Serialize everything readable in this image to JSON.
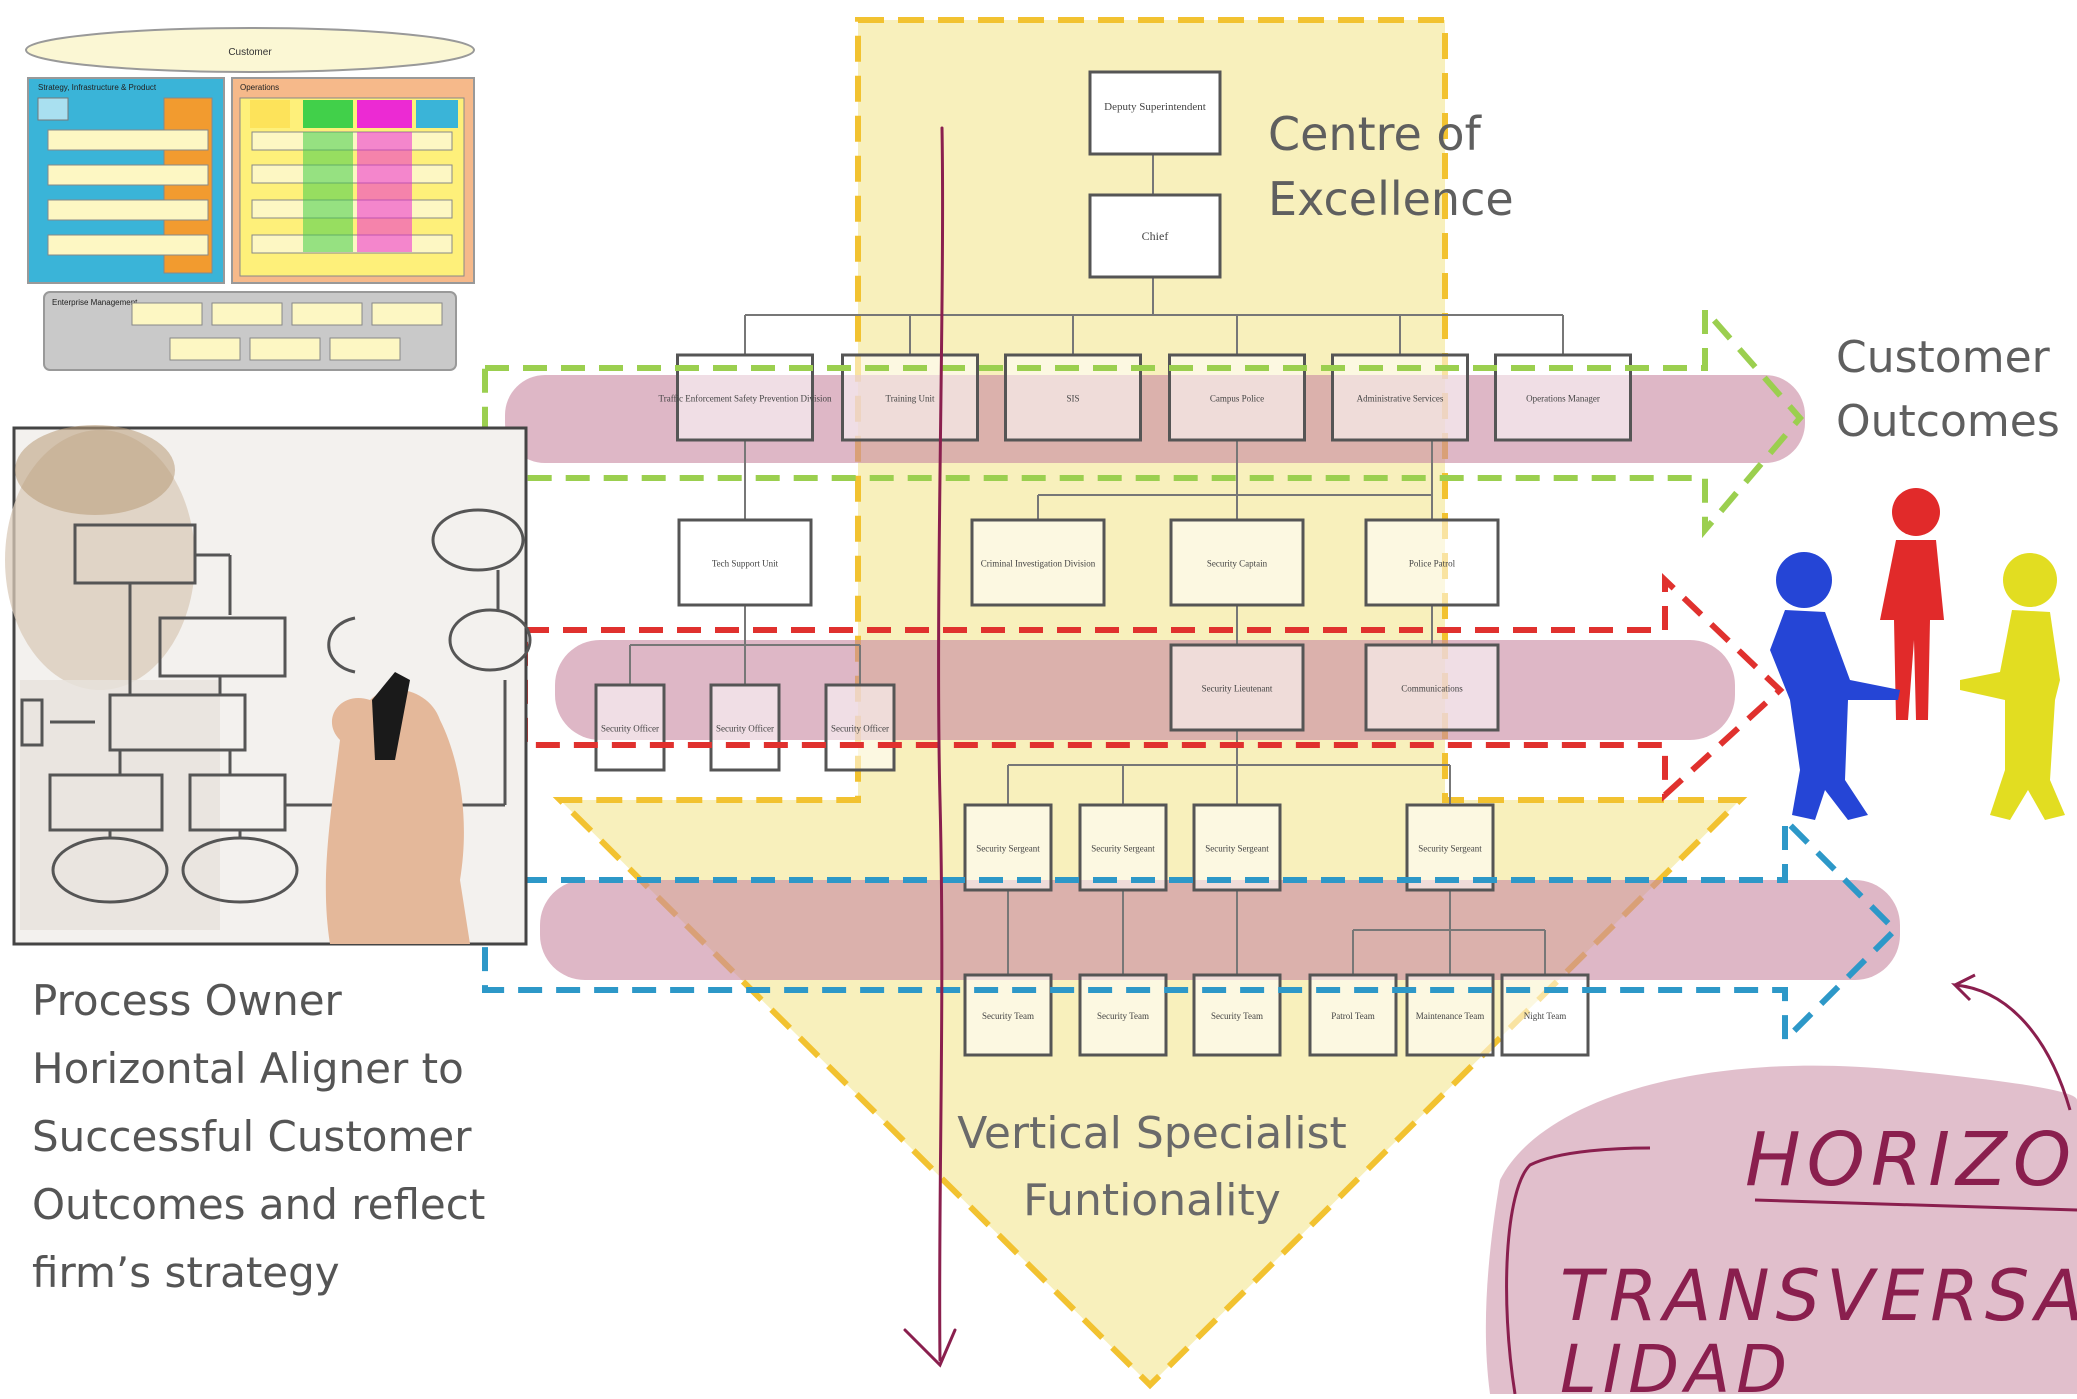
{
  "thumbnail": {
    "customer_label": "Customer",
    "left_panel_title": "Strategy, Infrastructure & Product",
    "right_panel_title": "Operations",
    "bottom_panel_title": "Enterprise Management"
  },
  "org_chart": {
    "top": "Deputy Superintendent",
    "chief": "Chief",
    "row1": [
      "Traffic Enforcement Safety Prevention Division",
      "Training Unit",
      "SIS",
      "Campus Police",
      "Administrative Services",
      "Operations Manager"
    ],
    "row2": [
      "Tech Support Unit",
      "Criminal Investigation Division",
      "Security Captain",
      "Police Patrol"
    ],
    "row3": [
      "Security Lieutenant",
      "Communications"
    ],
    "officers": [
      "Security Officer",
      "Security Officer",
      "Security Officer"
    ],
    "sergeants": [
      "Security Sergeant",
      "Security Sergeant",
      "Security Sergeant",
      "Security Sergeant"
    ],
    "teams": [
      "Security Team",
      "Security Team",
      "Security Team",
      "Patrol Team",
      "Maintenance Team",
      "Night Team"
    ]
  },
  "labels": {
    "centre_line1": "Centre of",
    "centre_line2": "Excellence",
    "customer_line1": "Customer",
    "customer_line2": "Outcomes",
    "vertical_line1": "Vertical Specialist",
    "vertical_line2": "Funtionality",
    "process_owner_lines": [
      "Process Owner",
      "Horizontal Aligner  to",
      "Successful Customer",
      "Outcomes and reflect",
      "firm’s strategy"
    ]
  },
  "handwriting": {
    "word1": "HORIZON",
    "word2": "TRANSVERSA",
    "word3": "LIDAD"
  },
  "colors": {
    "vertical_arrow": "#f2c230",
    "vertical_fill": "#f7edb0",
    "green_arrow": "#9bcf4f",
    "red_arrow": "#e0312e",
    "blue_arrow": "#2d98c8",
    "band_pink": "#c98aa3",
    "pen": "#8a1f4e"
  }
}
